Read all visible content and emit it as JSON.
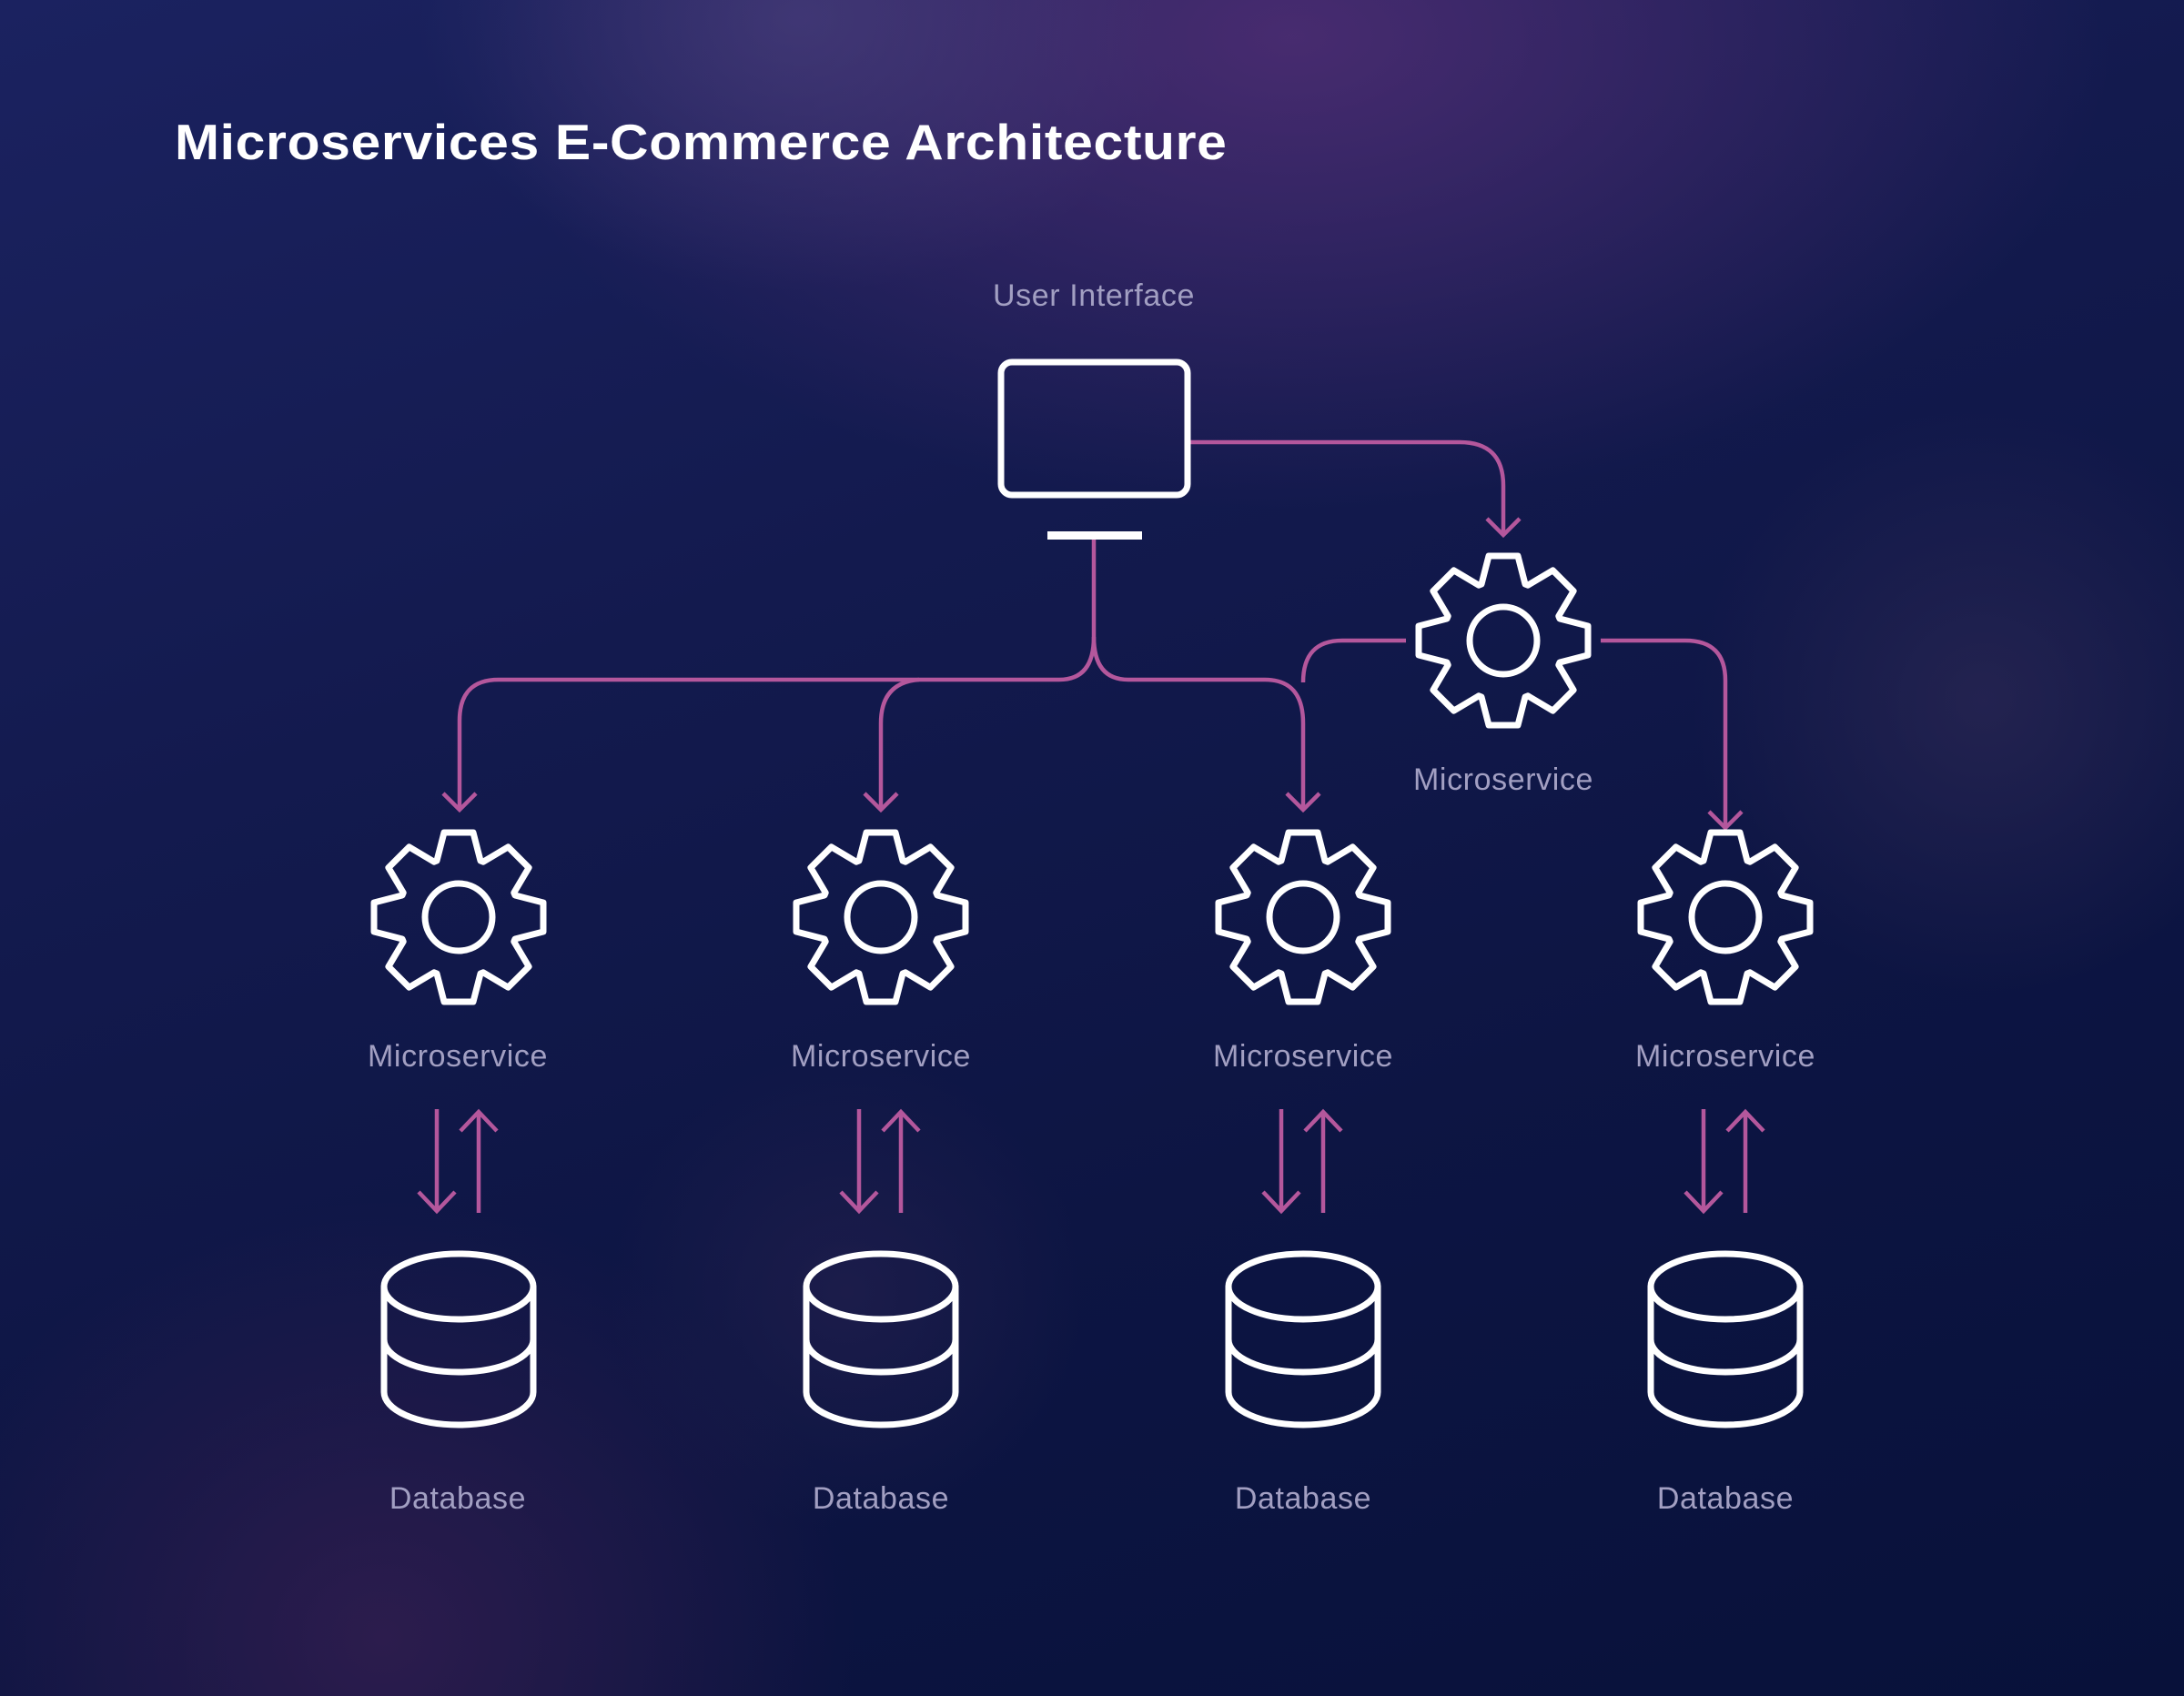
{
  "title": "Microservices E-Commerce Architecture",
  "colors": {
    "connector": "#b4579c",
    "icon_stroke": "#ffffff",
    "label_text": "#a29fc2",
    "background": "#0c1440"
  },
  "nodes": {
    "user_interface": {
      "label": "User Interface",
      "icon": "monitor-icon"
    },
    "gateway_service": {
      "label": "Microservice",
      "icon": "gear-icon"
    },
    "services": [
      {
        "label": "Microservice",
        "icon": "gear-icon",
        "database": {
          "label": "Database",
          "icon": "database-icon"
        }
      },
      {
        "label": "Microservice",
        "icon": "gear-icon",
        "database": {
          "label": "Database",
          "icon": "database-icon"
        }
      },
      {
        "label": "Microservice",
        "icon": "gear-icon",
        "database": {
          "label": "Database",
          "icon": "database-icon"
        }
      },
      {
        "label": "Microservice",
        "icon": "gear-icon",
        "database": {
          "label": "Database",
          "icon": "database-icon"
        }
      }
    ]
  },
  "edges": [
    {
      "from": "user_interface",
      "to": "gateway_service",
      "type": "one-way"
    },
    {
      "from": "user_interface",
      "to": "services.0",
      "type": "one-way"
    },
    {
      "from": "user_interface",
      "to": "services.1",
      "type": "one-way"
    },
    {
      "from": "user_interface",
      "to": "services.2",
      "type": "one-way"
    },
    {
      "from": "gateway_service",
      "to": "services.2",
      "type": "one-way"
    },
    {
      "from": "gateway_service",
      "to": "services.3",
      "type": "one-way"
    },
    {
      "from": "services.0",
      "to": "services.0.database",
      "type": "bidirectional"
    },
    {
      "from": "services.1",
      "to": "services.1.database",
      "type": "bidirectional"
    },
    {
      "from": "services.2",
      "to": "services.2.database",
      "type": "bidirectional"
    },
    {
      "from": "services.3",
      "to": "services.3.database",
      "type": "bidirectional"
    }
  ]
}
